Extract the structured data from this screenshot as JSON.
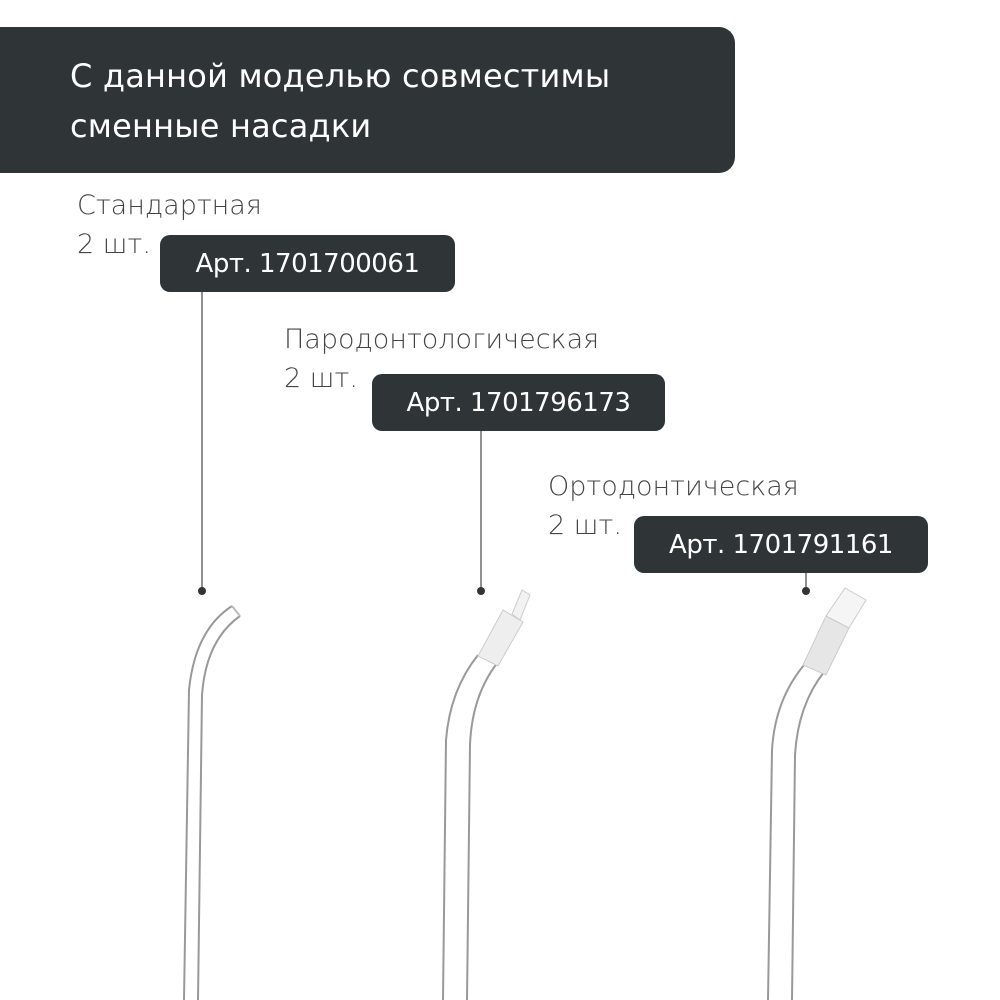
{
  "header": {
    "line1": "С данной моделью совместимы",
    "line2": "сменные насадки"
  },
  "nozzles": [
    {
      "name": "Стандартная",
      "qty": "2 шт.",
      "article": "Арт. 1701700061"
    },
    {
      "name": "Пародонтологическая",
      "qty": "2 шт.",
      "article": "Арт. 1701796173"
    },
    {
      "name": "Ортодонтическая",
      "qty": "2 шт.",
      "article": "Арт. 1701791161"
    }
  ],
  "colors": {
    "dark": "#2f3536",
    "text": "#444444"
  }
}
